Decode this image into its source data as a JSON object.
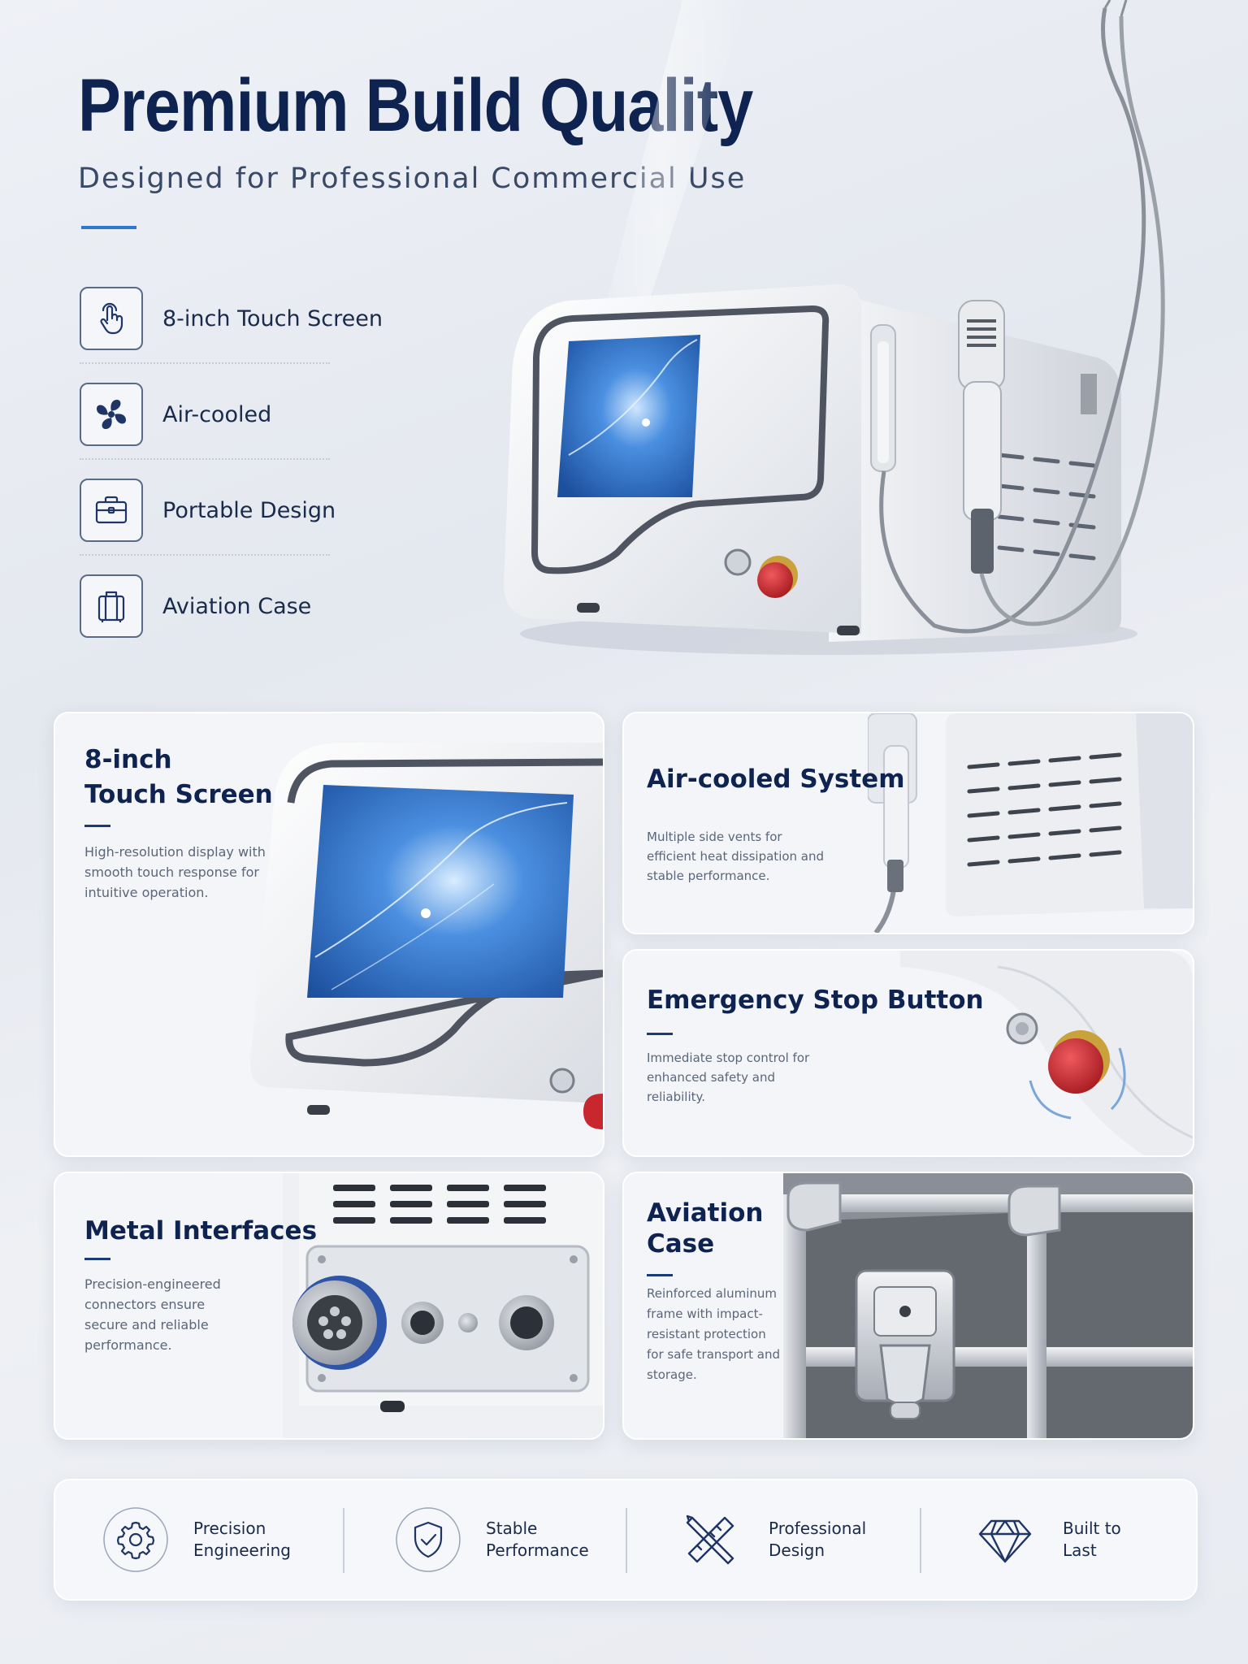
{
  "header": {
    "title": "Premium Build Quality",
    "subtitle": "Designed for Professional Commercial Use"
  },
  "features": [
    {
      "icon": "touch-hand-icon",
      "label": "8-inch Touch Screen"
    },
    {
      "icon": "fan-icon",
      "label": "Air-cooled"
    },
    {
      "icon": "briefcase-icon",
      "label": "Portable Design"
    },
    {
      "icon": "luggage-icon",
      "label": "Aviation Case"
    }
  ],
  "cards": {
    "touch": {
      "title_line1": "8-inch",
      "title_line2": "Touch Screen",
      "desc": "High-resolution display with smooth touch response for intuitive operation."
    },
    "air": {
      "title": "Air-cooled System",
      "desc": "Multiple side vents for efficient heat dissipation and stable performance."
    },
    "estop": {
      "title": "Emergency Stop Button",
      "desc": "Immediate stop control for enhanced safety and reliability."
    },
    "metal": {
      "title": "Metal Interfaces",
      "desc": "Precision-engineered connectors ensure secure and reliable performance."
    },
    "case": {
      "title_line1": "Aviation",
      "title_line2": "Case",
      "desc": "Reinforced aluminum frame with impact-resistant protection for safe transport and storage."
    }
  },
  "strip": [
    {
      "icon": "gear-icon",
      "line1": "Precision",
      "line2": "Engineering"
    },
    {
      "icon": "shield-check-icon",
      "line1": "Stable",
      "line2": "Performance"
    },
    {
      "icon": "ruler-pencil-icon",
      "line1": "Professional",
      "line2": "Design"
    },
    {
      "icon": "diamond-icon",
      "line1": "Built to",
      "line2": "Last"
    }
  ],
  "colors": {
    "navy": "#0f2350",
    "accent_blue": "#2f78cf",
    "stop_red": "#c8272d"
  }
}
